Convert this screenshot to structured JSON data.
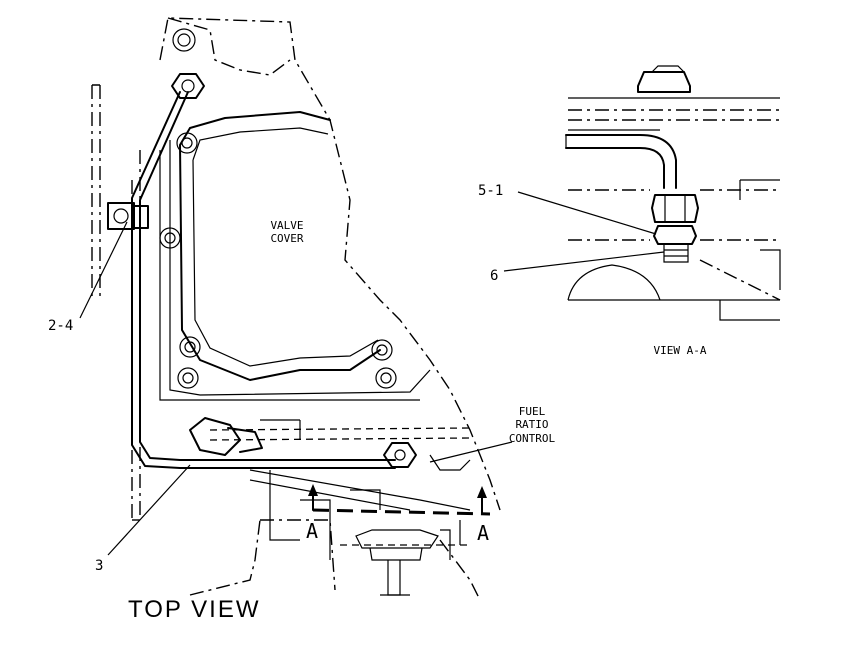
{
  "labels": {
    "valve_cover_1": "VALVE",
    "valve_cover_2": "COVER",
    "fuel_ratio_1": "FUEL",
    "fuel_ratio_2": "RATIO",
    "fuel_ratio_3": "CONTROL",
    "callout_2_4": "2-4",
    "callout_3": "3",
    "callout_5_1": "5-1",
    "callout_6": "6",
    "section_a_left": "A",
    "section_a_right": "A",
    "top_view": "TOP VIEW",
    "view_a_a": "VIEW A-A"
  }
}
